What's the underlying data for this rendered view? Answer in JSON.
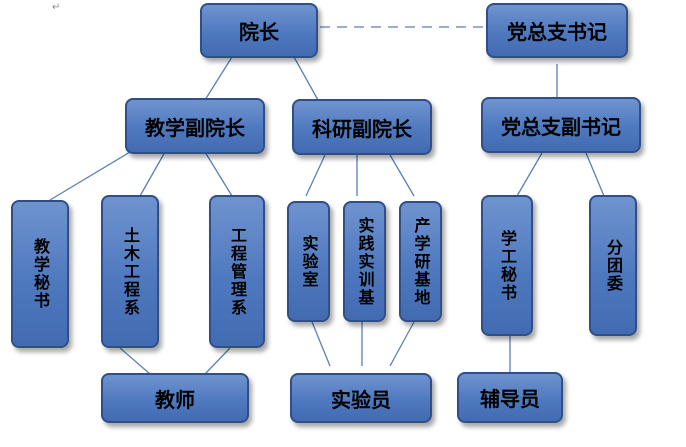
{
  "return_mark": "↵",
  "nodes": {
    "dean": "院长",
    "party_secretary": "党总支书记",
    "teaching_vice_dean": "教学副院长",
    "research_vice_dean": "科研副院长",
    "party_deputy_secretary": "党总支副书记",
    "teaching_secretary": "教学秘书",
    "civil_engineering_dept": "土木工程系",
    "engineering_management_dept": "工程管理系",
    "laboratory": "实验室",
    "practice_training_base": "实践实训基",
    "industry_research_base": "产学研基地",
    "student_affairs_secretary": "学工秘书",
    "youth_league_branch": "分团委",
    "teachers": "教师",
    "lab_technicians": "实验员",
    "counselors": "辅导员"
  }
}
